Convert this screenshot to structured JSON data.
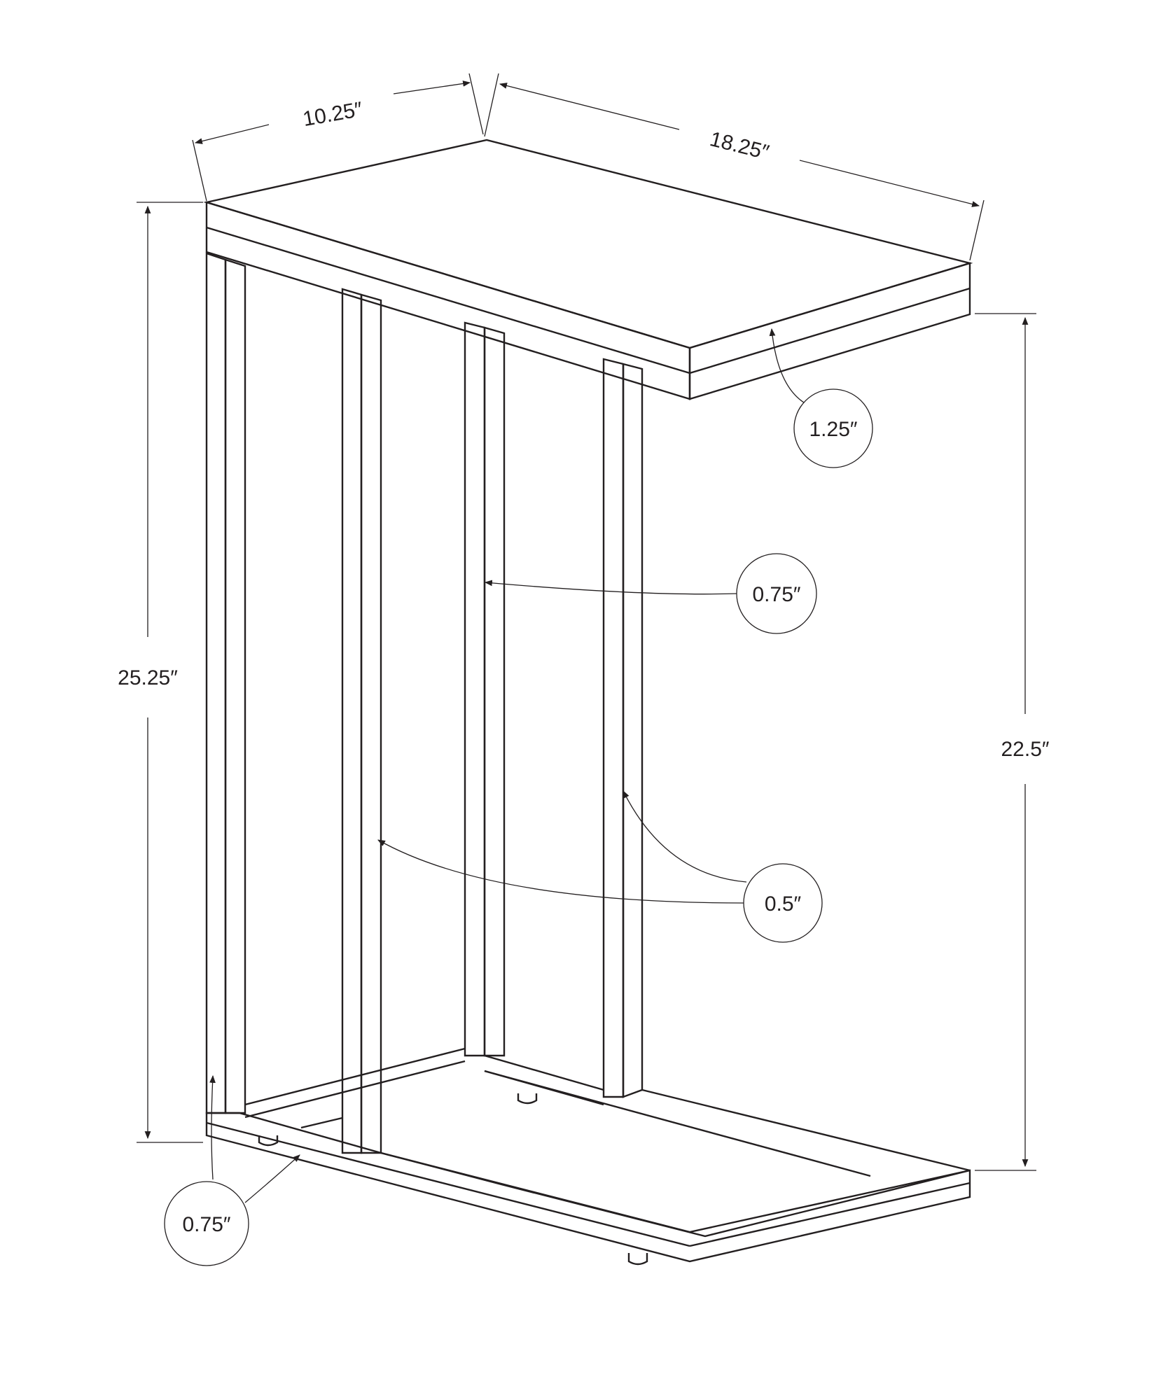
{
  "dimensions": {
    "top_depth": "10.25″",
    "top_width": "18.25″",
    "total_height": "25.25″",
    "under_top_height": "22.5″",
    "top_thickness": "1.25″",
    "leg_width": "0.75″",
    "tube_thickness": "0.5″",
    "base_thickness": "0.75″"
  },
  "colors": {
    "line": "#231f20",
    "background": "#ffffff"
  }
}
